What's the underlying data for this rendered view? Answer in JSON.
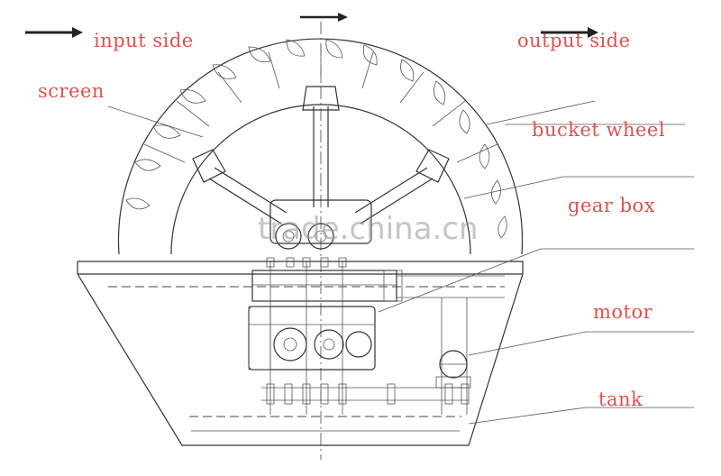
{
  "labels": {
    "input_side": "input side",
    "output_side": "output side",
    "screen": "screen",
    "bucket_wheel": "bucket wheel",
    "gear_box": "gear box",
    "motor": "motor",
    "tank": "tank"
  },
  "watermark": "trade.china.cn",
  "colors": {
    "label_text": "#d9534f",
    "line": "#333333",
    "watermark": "#969696"
  }
}
